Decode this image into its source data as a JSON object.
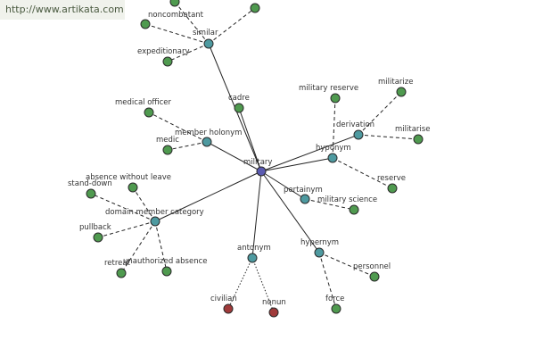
{
  "watermark": "http://www.artikata.com",
  "colors": {
    "center": "#5a5ab0",
    "relation": "#4e9aa0",
    "word": "#4f9a4f",
    "antonym_word": "#a03a3a"
  },
  "nodes": [
    {
      "id": "military",
      "label": "military",
      "kind": "center"
    },
    {
      "id": "similar",
      "label": "similar",
      "kind": "relation"
    },
    {
      "id": "cadre",
      "label": "cadre",
      "kind": "word"
    },
    {
      "id": "member-holonym",
      "label": "member holonym",
      "kind": "relation"
    },
    {
      "id": "derivation",
      "label": "derivation",
      "kind": "relation"
    },
    {
      "id": "hyponym",
      "label": "hyponym",
      "kind": "relation"
    },
    {
      "id": "pertainym",
      "label": "pertainym",
      "kind": "relation"
    },
    {
      "id": "domain-member-category",
      "label": "domain member category",
      "kind": "relation"
    },
    {
      "id": "antonym",
      "label": "antonym",
      "kind": "relation"
    },
    {
      "id": "hypernym",
      "label": "hypernym",
      "kind": "relation"
    },
    {
      "id": "noncombatant",
      "label": "noncombatant",
      "kind": "word"
    },
    {
      "id": "expeditionary",
      "label": "expeditionary",
      "kind": "word"
    },
    {
      "id": "top-left-word",
      "label": "",
      "kind": "word"
    },
    {
      "id": "top-right-word",
      "label": "",
      "kind": "word"
    },
    {
      "id": "medical-officer",
      "label": "medical officer",
      "kind": "word"
    },
    {
      "id": "medic",
      "label": "medic",
      "kind": "word"
    },
    {
      "id": "military-reserve",
      "label": "military reserve",
      "kind": "word"
    },
    {
      "id": "militarize",
      "label": "militarize",
      "kind": "word"
    },
    {
      "id": "militarise",
      "label": "militarise",
      "kind": "word"
    },
    {
      "id": "reserve",
      "label": "reserve",
      "kind": "word"
    },
    {
      "id": "military-science",
      "label": "military science",
      "kind": "word"
    },
    {
      "id": "absence-without-leave",
      "label": "absence without leave",
      "kind": "word"
    },
    {
      "id": "stand-down",
      "label": "stand-down",
      "kind": "word"
    },
    {
      "id": "pullback",
      "label": "pullback",
      "kind": "word"
    },
    {
      "id": "retreat",
      "label": "retreat",
      "kind": "word"
    },
    {
      "id": "unauthorized-absence",
      "label": "unauthorized absence",
      "kind": "word"
    },
    {
      "id": "civilian",
      "label": "civilian",
      "kind": "antonym_word"
    },
    {
      "id": "nonun",
      "label": "nonun",
      "kind": "antonym_word"
    },
    {
      "id": "personnel",
      "label": "personnel",
      "kind": "word"
    },
    {
      "id": "force",
      "label": "force",
      "kind": "word"
    }
  ],
  "edges": [
    {
      "from": "military",
      "to": "similar",
      "style": "solid"
    },
    {
      "from": "military",
      "to": "cadre",
      "style": "solid"
    },
    {
      "from": "military",
      "to": "member-holonym",
      "style": "solid"
    },
    {
      "from": "military",
      "to": "derivation",
      "style": "solid"
    },
    {
      "from": "military",
      "to": "hyponym",
      "style": "solid"
    },
    {
      "from": "military",
      "to": "pertainym",
      "style": "solid"
    },
    {
      "from": "military",
      "to": "domain-member-category",
      "style": "solid"
    },
    {
      "from": "military",
      "to": "antonym",
      "style": "solid"
    },
    {
      "from": "military",
      "to": "hypernym",
      "style": "solid"
    },
    {
      "from": "similar",
      "to": "noncombatant",
      "style": "dash"
    },
    {
      "from": "similar",
      "to": "expeditionary",
      "style": "dash"
    },
    {
      "from": "similar",
      "to": "top-left-word",
      "style": "dash"
    },
    {
      "from": "similar",
      "to": "top-right-word",
      "style": "dash"
    },
    {
      "from": "member-holonym",
      "to": "medical-officer",
      "style": "dash"
    },
    {
      "from": "member-holonym",
      "to": "medic",
      "style": "dash"
    },
    {
      "from": "derivation",
      "to": "militarize",
      "style": "dash"
    },
    {
      "from": "derivation",
      "to": "militarise",
      "style": "dash"
    },
    {
      "from": "hyponym",
      "to": "military-reserve",
      "style": "dash"
    },
    {
      "from": "hyponym",
      "to": "reserve",
      "style": "dash"
    },
    {
      "from": "pertainym",
      "to": "military-science",
      "style": "dash"
    },
    {
      "from": "domain-member-category",
      "to": "absence-without-leave",
      "style": "dash"
    },
    {
      "from": "domain-member-category",
      "to": "stand-down",
      "style": "dash"
    },
    {
      "from": "domain-member-category",
      "to": "pullback",
      "style": "dash"
    },
    {
      "from": "domain-member-category",
      "to": "retreat",
      "style": "dash"
    },
    {
      "from": "domain-member-category",
      "to": "unauthorized-absence",
      "style": "dash"
    },
    {
      "from": "antonym",
      "to": "civilian",
      "style": "dot"
    },
    {
      "from": "antonym",
      "to": "nonun",
      "style": "dot"
    },
    {
      "from": "hypernym",
      "to": "personnel",
      "style": "dash"
    },
    {
      "from": "hypernym",
      "to": "force",
      "style": "dash"
    }
  ]
}
